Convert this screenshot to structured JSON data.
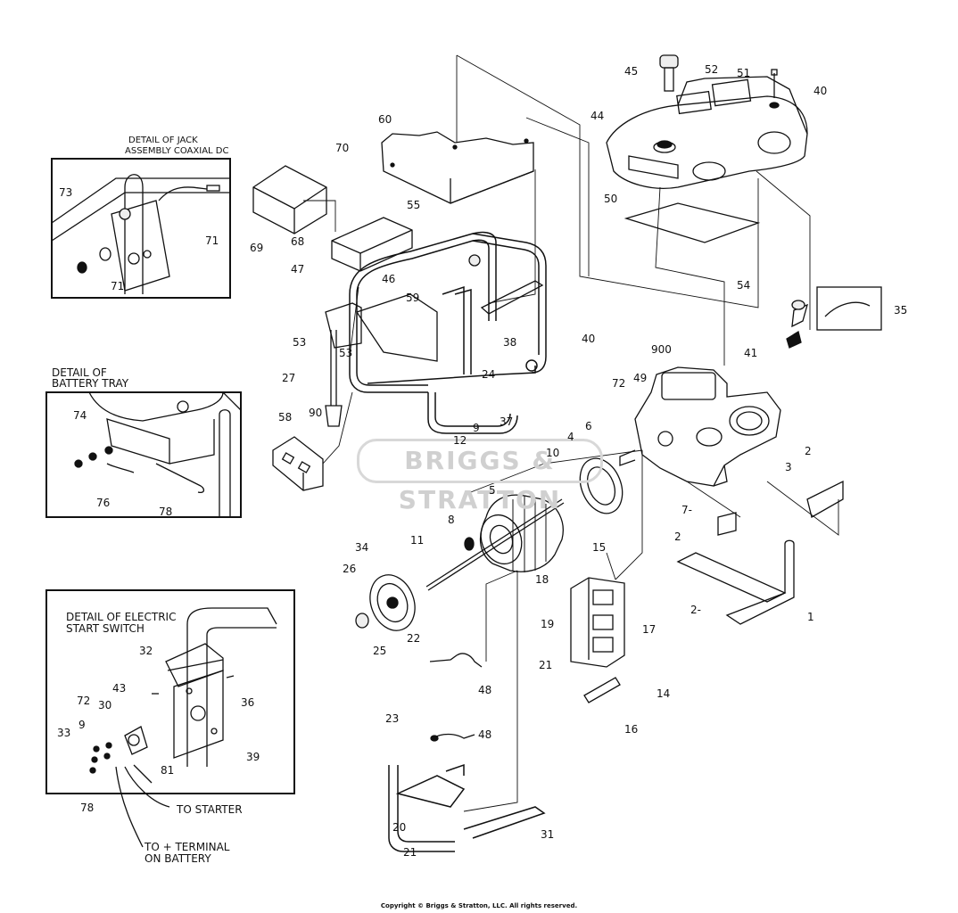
{
  "watermark": "BRIGGS & STRATTON",
  "copyright": "Copyright © Briggs & Stratton, LLC. All rights reserved.",
  "details": {
    "jack": {
      "title_1": "DETAIL OF JACK",
      "title_2": "ASSEMBLY COAXIAL DC"
    },
    "battery": {
      "title_1": "DETAIL OF",
      "title_2": "BATTERY TRAY"
    },
    "switch": {
      "title_1": "DETAIL OF ELECTRIC",
      "title_2": "START SWITCH"
    }
  },
  "annotations": {
    "to_starter": "TO STARTER",
    "terminal_1": "TO + TERMINAL",
    "terminal_2": "ON BATTERY"
  },
  "part_labels": {
    "p1": "1",
    "p2a": "2",
    "p2b": "2",
    "p2c": "2-",
    "p3": "3",
    "p4": "4",
    "p5": "5",
    "p6": "6",
    "p7": "7-",
    "p8": "8",
    "p9": "9",
    "p10": "10",
    "p11": "11",
    "p12": "12",
    "p14": "14",
    "p15": "15",
    "p16": "16",
    "p17": "17",
    "p18": "18",
    "p19": "19",
    "p20": "20",
    "p21a": "21",
    "p21b": "21",
    "p22": "22",
    "p23": "23",
    "p24": "24",
    "p25": "25",
    "p26": "26",
    "p27": "27",
    "p31": "31",
    "p34": "34",
    "p35": "35",
    "p37": "37",
    "p38": "38",
    "p40a": "40",
    "p40b": "40",
    "p41": "41",
    "p44": "44",
    "p45": "45",
    "p46": "46",
    "p47": "47",
    "p48a": "48",
    "p48b": "48",
    "p49": "49",
    "p50": "50",
    "p51": "51",
    "p52": "52",
    "p53a": "53",
    "p53b": "53",
    "p54": "54",
    "p55": "55",
    "p58": "58",
    "p59": "59",
    "p60": "60",
    "p68": "68",
    "p69": "69",
    "p70": "70",
    "p71a": "71",
    "p71b": "71",
    "p72": "72",
    "p73": "73",
    "p74": "74",
    "p76": "76",
    "p78": "78",
    "p90": "90",
    "p900": "900",
    "s9": "9",
    "s30": "30",
    "s32": "32",
    "s33": "33",
    "s36": "36",
    "s39": "39",
    "s43": "43",
    "s72": "72",
    "s78": "78",
    "s81": "81"
  }
}
